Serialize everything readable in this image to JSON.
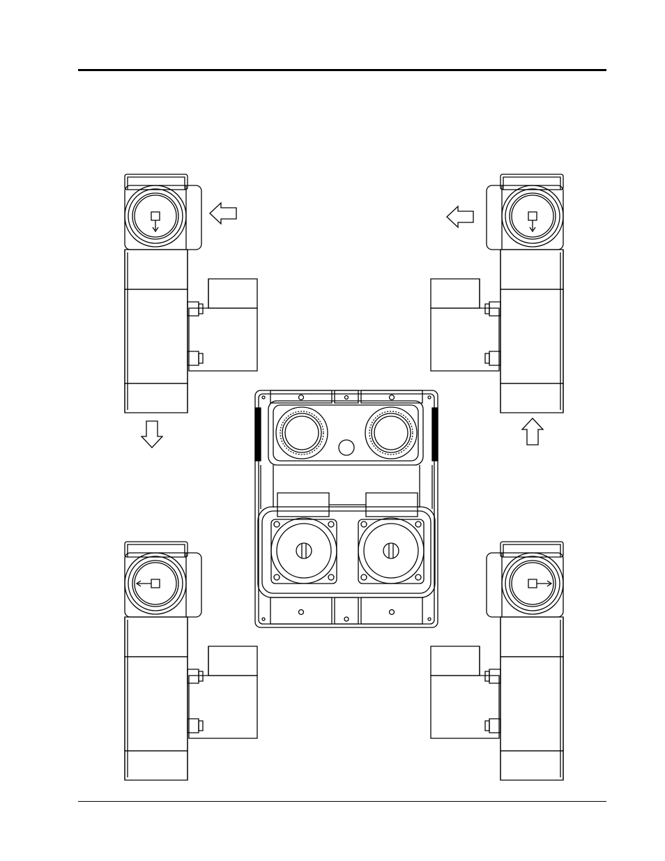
{
  "figure": {
    "description_labels": [],
    "colors": {
      "line": "#000000",
      "background": "#ffffff"
    },
    "components": {
      "valve_top_left": {
        "flow_in": "right",
        "flow_out": "down",
        "indicator": "down"
      },
      "valve_top_right": {
        "flow_in": "up",
        "flow_out": "left",
        "indicator": "down"
      },
      "valve_bottom_left": {
        "indicator": "left"
      },
      "valve_bottom_right": {
        "indicator": "right"
      },
      "center_block": {
        "top_ports": 2,
        "solenoids": 2
      }
    }
  }
}
